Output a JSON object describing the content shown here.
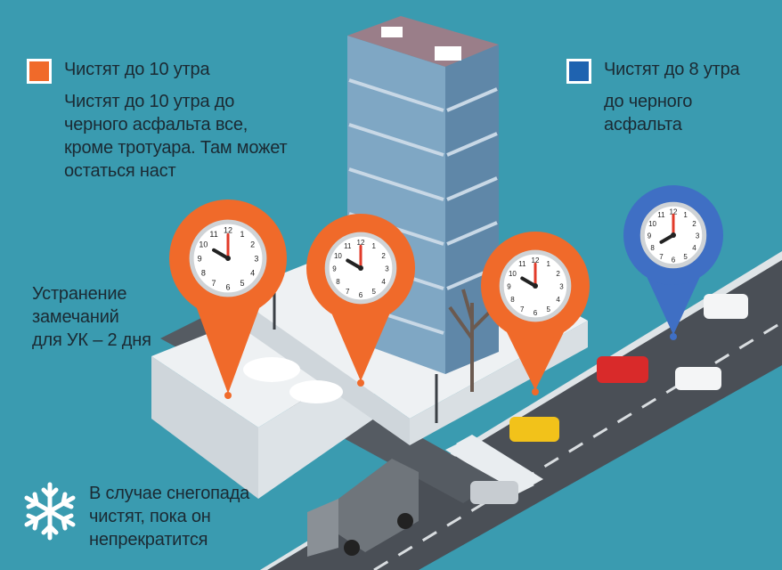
{
  "legend": {
    "orange": {
      "color": "#f06a2a",
      "title": "Чистят до 10 утра",
      "lines": [
        "Чистят до 10 утра до",
        "черного асфальта все,",
        "кроме тротуара. Там может",
        "остаться наст"
      ]
    },
    "blue": {
      "color": "#1f63b0",
      "title": "Чистят до 8 утра",
      "lines": [
        "до черного",
        "асфальта"
      ]
    }
  },
  "notes": {
    "uk": [
      "Устранение",
      "замечаний",
      "для УК – 2 дня"
    ],
    "snow": [
      "В случае снегопада",
      "чистят, пока он",
      "непрекратится"
    ]
  },
  "clocks": [
    {
      "id": "clock-10am-left",
      "hour": 10,
      "minute": 0,
      "pin_color": "orange"
    },
    {
      "id": "clock-10am-center",
      "hour": 10,
      "minute": 0,
      "pin_color": "orange"
    },
    {
      "id": "clock-10am-right",
      "hour": 10,
      "minute": 0,
      "pin_color": "orange"
    },
    {
      "id": "clock-8am",
      "hour": 8,
      "minute": 0,
      "pin_color": "blue"
    }
  ],
  "icons": {
    "snowflake": "snowflake-icon",
    "building": "apartment-building-icon",
    "truck": "truck-icon",
    "tree": "bare-tree-icon"
  },
  "colors": {
    "background": "#3a9bb0",
    "road": "#4a4f56",
    "snow": "#e8ecef",
    "orange_pin": "#f06a2a",
    "blue_pin": "#3f6fc4"
  }
}
